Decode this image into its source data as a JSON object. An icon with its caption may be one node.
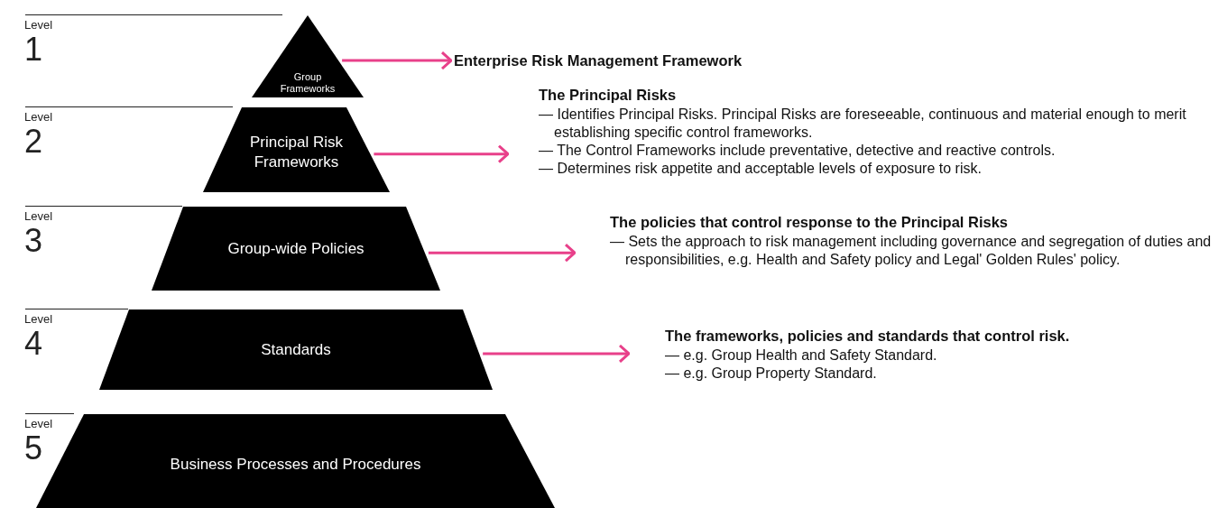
{
  "diagram": {
    "nodes": [
      {
        "text": [
          "Group Frameworks"
        ],
        "beside": [
          "Level",
          "1"
        ]
      },
      {
        "text": [
          "Enterprise Risk Management Framework"
        ]
      },
      {
        "text": [
          "Principal Risk Frameworks"
        ],
        "beside": [
          "Level",
          "2"
        ]
      },
      {
        "text": [
          "The Principal Risks",
          "— Identifies Principal Risks. Principal Risks are foreseeable, continuous and material enough to merit establishing specific control frameworks.",
          "— The Control Frameworks include preventative, detective and reactive controls.",
          "— Determines risk appetite and acceptable levels of exposure to risk."
        ]
      },
      {
        "text": [
          "Group-wide Policies"
        ],
        "beside": [
          "Level",
          "3"
        ]
      },
      {
        "text": [
          "The policies that control response to the Principal Risks",
          "— Sets the approach to risk management including governance and segregation of duties and responsibilities, e.g. Health and Safety policy and Legal' Golden Rules' policy."
        ]
      },
      {
        "text": [
          "Standards"
        ],
        "beside": [
          "Level",
          "4"
        ]
      },
      {
        "text": [
          "The frameworks, policies and standards that control risk.",
          "— e.g. Group Health and Safety Standard.",
          "— e.g. Group Property Standard."
        ]
      },
      {
        "text": [
          "Business Processes and Procedures"
        ],
        "beside": [
          "Level",
          "5"
        ]
      }
    ],
    "edges": [
      {
        "from": 0,
        "to": 1,
        "arrow": "to",
        "color": "#e8408a"
      },
      {
        "from": 2,
        "to": 3,
        "arrow": "to",
        "color": "#e8408a"
      },
      {
        "from": 4,
        "to": 5,
        "arrow": "to",
        "color": "#e8408a"
      },
      {
        "from": 6,
        "to": 7,
        "arrow": "to",
        "color": "#e8408a"
      }
    ]
  }
}
